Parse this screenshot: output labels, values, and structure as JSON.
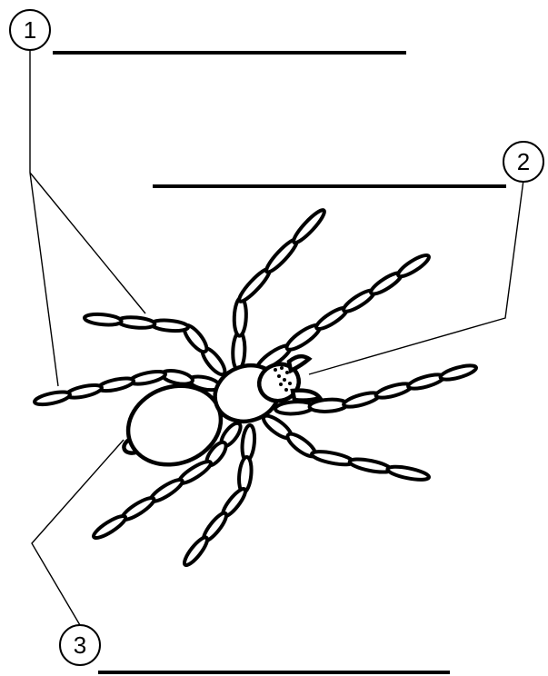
{
  "callouts": [
    {
      "number": "1"
    },
    {
      "number": "2"
    },
    {
      "number": "3"
    }
  ],
  "colors": {
    "ink": "#000000",
    "paper": "#ffffff"
  }
}
